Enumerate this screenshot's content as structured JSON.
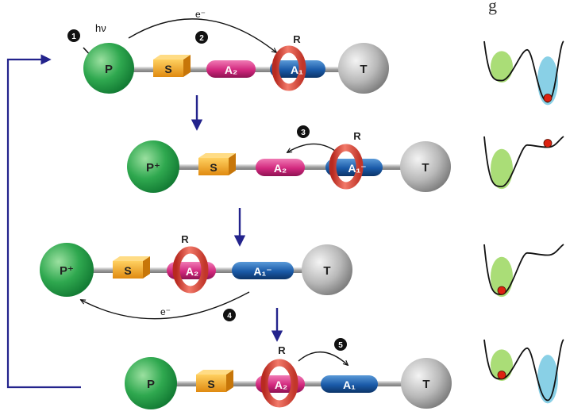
{
  "header_fragment": "g",
  "photon_label": "hν",
  "electron_label": "e⁻",
  "steps": [
    "1",
    "2",
    "3",
    "4",
    "5"
  ],
  "colors": {
    "porphyrin": "#2fa84f",
    "spacer": "#f0a020",
    "a2_station": "#d2287e",
    "a1_station": "#1a5aa8",
    "ring": "#e0483a",
    "stopper": "#b8b8b8",
    "arrow": "#23238c",
    "well_green": "#8ed14a",
    "well_blue": "#6cc4e0",
    "ball": "#dd2211"
  },
  "rows": [
    {
      "porphyrin": "P",
      "spacer": "S",
      "station_a2": "A₂",
      "station_a1": "A₁",
      "stopper": "T",
      "ring": "R",
      "ring_position": "A1",
      "steps_shown": [
        "1",
        "2"
      ],
      "potential": {
        "left_well_depth": 0.55,
        "right_well_depth": 0.85,
        "ball_well": "right"
      }
    },
    {
      "porphyrin": "P⁺",
      "spacer": "S",
      "station_a2": "A₂",
      "station_a1": "A₁⁻",
      "stopper": "T",
      "ring": "R",
      "ring_position": "A1",
      "steps_shown": [
        "3"
      ],
      "potential": {
        "left_well_depth": 0.7,
        "right_well_depth": 0.15,
        "ball_well": "right"
      }
    },
    {
      "porphyrin": "P⁺",
      "spacer": "S",
      "station_a2": "A₂",
      "station_a1": "A₁⁻",
      "stopper": "T",
      "ring": "R",
      "ring_position": "A2",
      "steps_shown": [
        "4"
      ],
      "potential": {
        "left_well_depth": 0.7,
        "right_well_depth": 0.15,
        "ball_well": "left"
      }
    },
    {
      "porphyrin": "P",
      "spacer": "S",
      "station_a2": "A₂",
      "station_a1": "A₁",
      "stopper": "T",
      "ring": "R",
      "ring_position": "A2",
      "steps_shown": [
        "5"
      ],
      "potential": {
        "left_well_depth": 0.55,
        "right_well_depth": 0.85,
        "ball_well": "left"
      }
    }
  ]
}
